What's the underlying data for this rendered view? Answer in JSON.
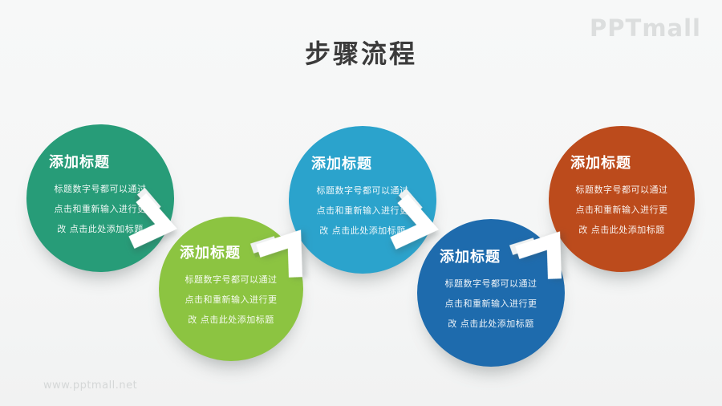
{
  "slide": {
    "title": "步骤流程",
    "brand": "PPTmall",
    "watermark": "www.pptmall.net",
    "background_color": "#f5f6f6",
    "title_color": "#3b3b3b"
  },
  "steps": [
    {
      "title": "添加标题",
      "body_lines": [
        "标题数字号都可以通过",
        "点击和重新输入进行更",
        "改 点击此处添加标题"
      ],
      "color": "#279C78"
    },
    {
      "title": "添加标题",
      "body_lines": [
        "标题数字号都可以通过",
        "点击和重新输入进行更",
        "改 点击此处添加标题"
      ],
      "color": "#8CC441"
    },
    {
      "title": "添加标题",
      "body_lines": [
        "标题数字号都可以通过",
        "点击和重新输入进行更",
        "改 点击此处添加标题"
      ],
      "color": "#2BA3CC"
    },
    {
      "title": "添加标题",
      "body_lines": [
        "标题数字号都可以通过",
        "点击和重新输入进行更",
        "改 点击此处添加标题"
      ],
      "color": "#1E6BAD"
    },
    {
      "title": "添加标题",
      "body_lines": [
        "标题数字号都可以通过",
        "点击和重新输入进行更",
        "改 点击此处添加标题"
      ],
      "color": "#BC4B1C"
    }
  ],
  "arrow_icon": {
    "name": "folded-chevron-arrow",
    "color": "#ffffff",
    "fold_color": "#eef1f1"
  }
}
